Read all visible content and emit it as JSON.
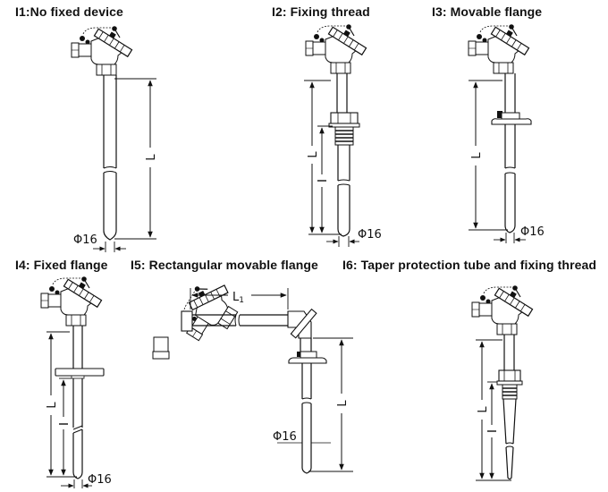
{
  "figure": {
    "panels": [
      {
        "id": "I1",
        "title": "I1:No fixed device",
        "dims": {
          "length": "L",
          "diameter": "Φ16"
        }
      },
      {
        "id": "I2",
        "title": "I2: Fixing thread",
        "dims": {
          "length": "L",
          "insertion": "l",
          "diameter": "Φ16"
        }
      },
      {
        "id": "I3",
        "title": "I3: Movable flange",
        "dims": {
          "length": "L",
          "diameter": "Φ16"
        }
      },
      {
        "id": "I4",
        "title": "I4: Fixed flange",
        "dims": {
          "length": "L",
          "insertion": "l",
          "diameter": "Φ16"
        }
      },
      {
        "id": "I5",
        "title": "I5: Rectangular movable flange",
        "dims": {
          "horizontal_length": "L1",
          "length": "L",
          "diameter": "Φ16"
        }
      },
      {
        "id": "I6",
        "title": "I6: Taper protection tube and fixing thread",
        "dims": {
          "length": "L",
          "insertion": "l"
        }
      }
    ],
    "colors": {
      "line": "#111111",
      "background": "#ffffff"
    }
  }
}
